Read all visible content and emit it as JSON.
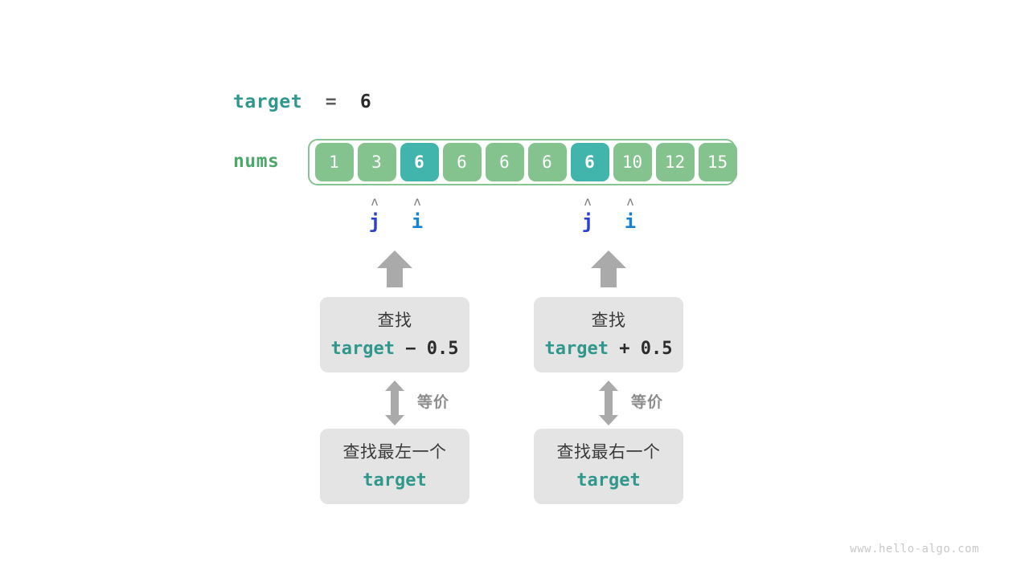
{
  "target_line": {
    "name": "target",
    "operator": "=",
    "value": "6"
  },
  "array": {
    "label": "nums",
    "cells": [
      {
        "value": "1",
        "highlighted": false
      },
      {
        "value": "3",
        "highlighted": false
      },
      {
        "value": "6",
        "highlighted": true
      },
      {
        "value": "6",
        "highlighted": false
      },
      {
        "value": "6",
        "highlighted": false
      },
      {
        "value": "6",
        "highlighted": false
      },
      {
        "value": "6",
        "highlighted": true
      },
      {
        "value": "10",
        "highlighted": false
      },
      {
        "value": "12",
        "highlighted": false
      },
      {
        "value": "15",
        "highlighted": false
      }
    ],
    "border_color": "#84C493",
    "cell_color": "#84C38E",
    "highlight_color": "#41B5AC"
  },
  "markers": [
    {
      "caret": "ʌ",
      "name": "j",
      "cell_index": 1,
      "color": "#2B3FD2"
    },
    {
      "caret": "ʌ",
      "name": "i",
      "cell_index": 2,
      "color": "#1682D4"
    },
    {
      "caret": "ʌ",
      "name": "j",
      "cell_index": 6,
      "color": "#2B3FD2"
    },
    {
      "caret": "ʌ",
      "name": "i",
      "cell_index": 7,
      "color": "#1682D4"
    }
  ],
  "groups": {
    "left": {
      "search_box": {
        "line1": "查找",
        "expr_keyword": "target",
        "expr_rest": " − 0.5"
      },
      "equivalence_label": "等价",
      "result_box": {
        "line1": "查找最左一个",
        "line2": "target"
      }
    },
    "right": {
      "search_box": {
        "line1": "查找",
        "expr_keyword": "target",
        "expr_rest": " + 0.5"
      },
      "equivalence_label": "等价",
      "result_box": {
        "line1": "查找最右一个",
        "line2": "target"
      }
    }
  },
  "footer": {
    "url": "www.hello-algo.com"
  }
}
